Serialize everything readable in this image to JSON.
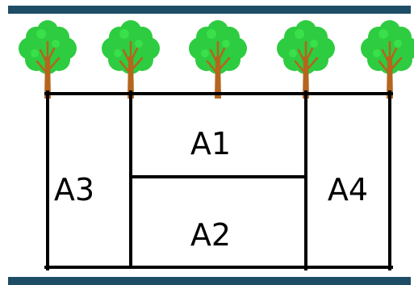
{
  "colors": {
    "band": "#1e4d66",
    "line": "#000000",
    "trunk": "#b5651d",
    "foliage": "#2ecc40",
    "foliage_highlight": "#39e04a",
    "background": "#ffffff"
  },
  "trees": {
    "count": 5,
    "icon": "tree-icon"
  },
  "plots": {
    "a1": "A1",
    "a2": "A2",
    "a3": "A3",
    "a4": "A4"
  }
}
